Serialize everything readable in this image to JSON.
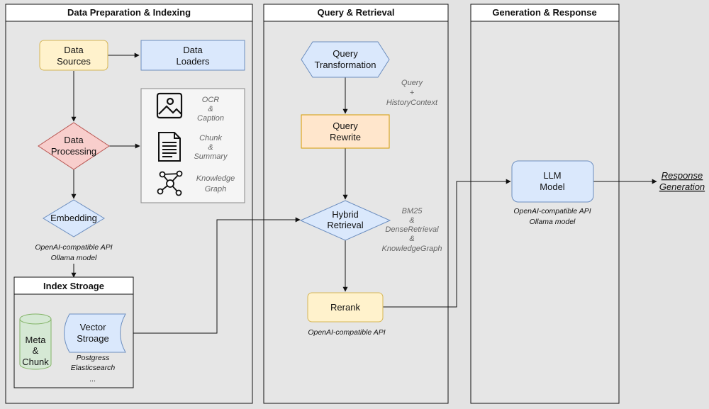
{
  "panels": {
    "prep": {
      "title": "Data Preparation & Indexing"
    },
    "query": {
      "title": "Query & Retrieval"
    },
    "gen": {
      "title": "Generation & Response"
    },
    "index": {
      "title": "Index Stroage"
    }
  },
  "nodes": {
    "data_sources": [
      "Data",
      "Sources"
    ],
    "data_loaders": [
      "Data",
      "Loaders"
    ],
    "data_processing": [
      "Data",
      "Processing"
    ],
    "embedding": "Embedding",
    "embedding_notes": [
      "OpenAI-compatible API",
      "Ollama model"
    ],
    "meta_chunk": [
      "Meta",
      "&",
      "Chunk"
    ],
    "vector_storage": [
      "Vector",
      "Stroage"
    ],
    "vector_notes": [
      "Postgress",
      "Elasticsearch",
      "..."
    ],
    "query_transformation": [
      "Query",
      "Transformation"
    ],
    "query_context": [
      "Query",
      "+",
      "HistoryContext"
    ],
    "query_rewrite": [
      "Query",
      "Rewrite"
    ],
    "hybrid_retrieval": [
      "Hybrid",
      "Retrieval"
    ],
    "hybrid_notes": [
      "BM25",
      "&",
      "DenseRetrieval",
      "&",
      "KnowledgeGraph"
    ],
    "rerank": "Rerank",
    "rerank_notes": "OpenAI-compatible API",
    "llm_model": [
      "LLM",
      "Model"
    ],
    "llm_notes": [
      "OpenAI-compatible API",
      "Ollama model"
    ],
    "response": [
      "Response",
      "Generation"
    ]
  },
  "processing_outputs": [
    {
      "icon": "image-icon",
      "lines": [
        "OCR",
        "&",
        "Caption"
      ]
    },
    {
      "icon": "document-icon",
      "lines": [
        "Chunk",
        "&",
        "Summary"
      ]
    },
    {
      "icon": "graph-icon",
      "lines": [
        "Knowledge",
        "Graph"
      ]
    }
  ],
  "colors": {
    "yellow_fill": "#fff2cc",
    "yellow_stroke": "#d6b656",
    "blue_fill": "#dae8fc",
    "blue_stroke": "#6c8ebf",
    "red_fill": "#f8cecc",
    "red_stroke": "#b85450",
    "orange_fill": "#ffe6cc",
    "orange_stroke": "#d79b00",
    "green_fill": "#d5e8d4",
    "green_stroke": "#82b366",
    "panel_fill": "#e6e6e6",
    "white": "#ffffff"
  }
}
